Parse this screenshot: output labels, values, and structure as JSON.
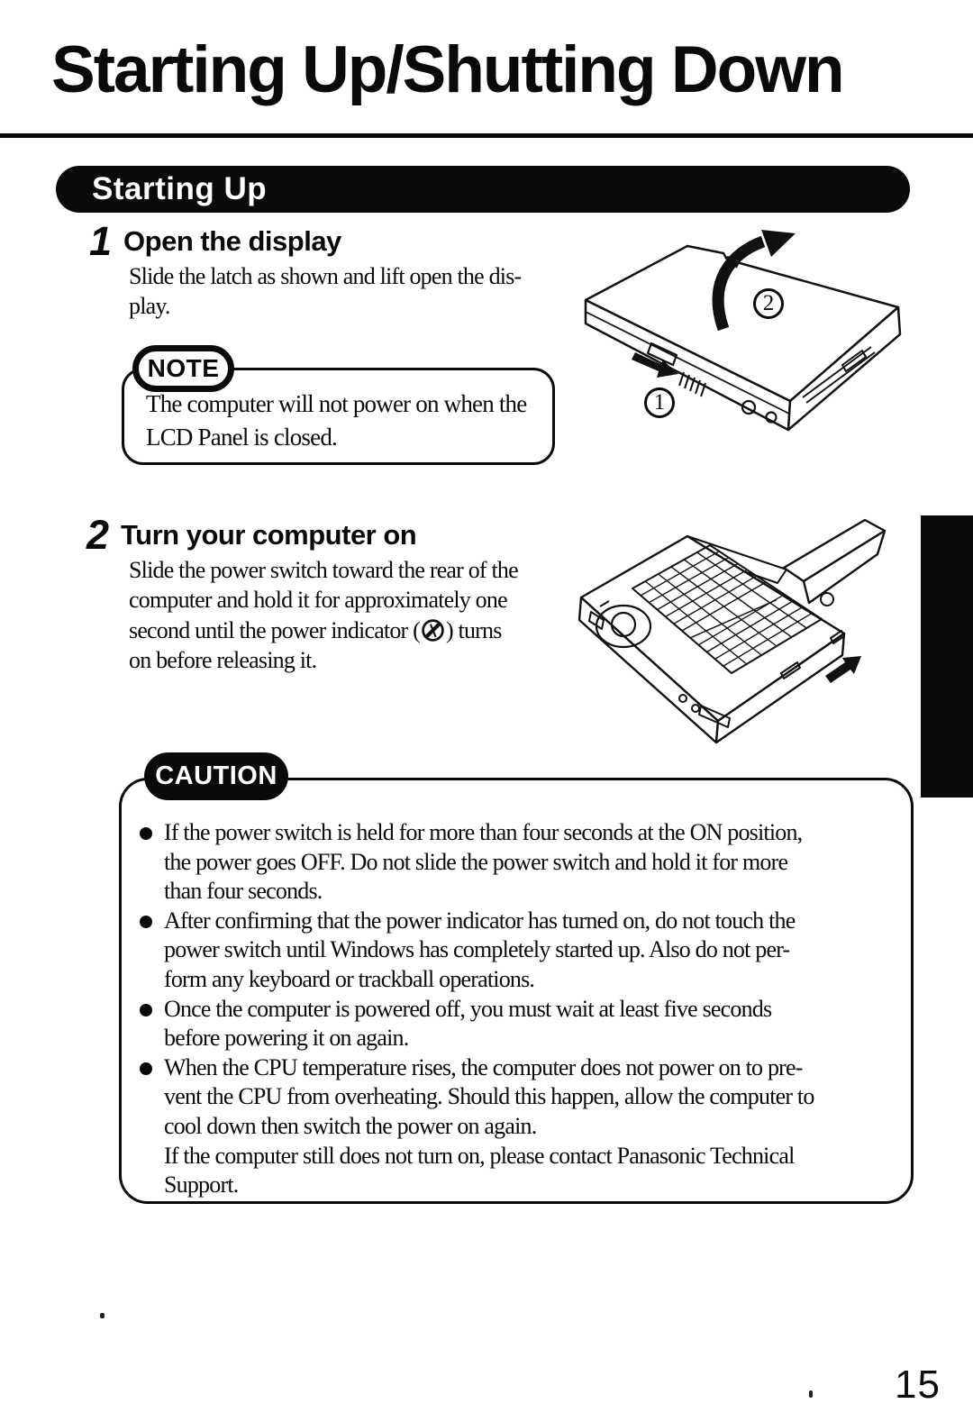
{
  "page": {
    "title": "Starting Up/Shutting Down",
    "page_number": "15"
  },
  "banner": {
    "label": "Starting Up"
  },
  "steps": {
    "step1": {
      "number": "1",
      "heading": "Open the display",
      "lines": [
        "Slide the latch as shown and lift open the dis-",
        "play."
      ]
    },
    "step2": {
      "number": "2",
      "heading": "Turn your computer on",
      "lines": [
        "Slide the power switch toward the rear of the",
        "computer and hold it for approximately one"
      ],
      "line3_pre": "second until the power indicator (",
      "line3_post": ") turns",
      "line4": "on before releasing it."
    }
  },
  "note": {
    "label": "NOTE",
    "lines": [
      "The computer will not power on when the",
      "LCD Panel is closed."
    ]
  },
  "caution": {
    "label": "CAUTION",
    "items": [
      {
        "bullet": true,
        "lines": [
          "If the power switch is held for more than four seconds at the ON position,",
          "the power goes OFF. Do not slide the power switch and hold it for more",
          "than four seconds."
        ]
      },
      {
        "bullet": true,
        "lines": [
          "After confirming that the power indicator has turned on, do not touch the",
          "power switch until Windows has completely started up. Also do not per-",
          "form any keyboard or trackball operations."
        ]
      },
      {
        "bullet": true,
        "lines": [
          "Once the computer is powered off, you must wait at least five seconds",
          "before powering it on again."
        ]
      },
      {
        "bullet": true,
        "lines": [
          "When the CPU temperature rises, the computer does not power on to pre-",
          "vent the CPU from overheating. Should this happen, allow the computer to",
          "cool down then switch the power on again."
        ]
      },
      {
        "bullet": false,
        "lines": [
          "If the computer still does not turn on, please contact Panasonic Technical",
          "Support."
        ]
      }
    ]
  },
  "figures": {
    "fig1": {
      "callout1": "1",
      "callout2": "2"
    },
    "fig2": {}
  },
  "icons": {
    "power_indicator": "power-indicator-circle-slash"
  },
  "colors": {
    "ink": "#0a0a0a",
    "paper": "#ffffff"
  }
}
